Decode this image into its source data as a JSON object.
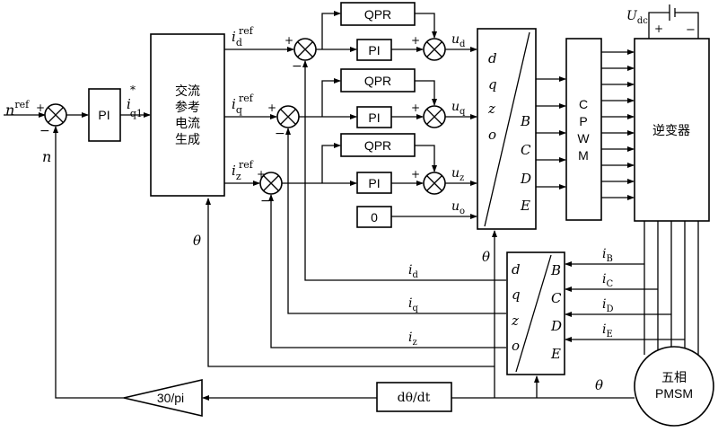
{
  "blocks": {
    "pi_speed": "PI",
    "ac_ref_gen": [
      "交流",
      "参考",
      "电流",
      "生成"
    ],
    "qpr": "QPR",
    "pi": "PI",
    "zero": "0",
    "cpwm": [
      "C",
      "P",
      "W",
      "M"
    ],
    "inverter": "逆变器",
    "gain": "30/pi",
    "deriv": "dθ/dt",
    "motor": [
      "五相",
      "PMSM"
    ],
    "xform_top_left": [
      "d",
      "q",
      "z",
      "o"
    ],
    "xform_top_right": [
      "B",
      "C",
      "D",
      "E"
    ],
    "xform_bot_left": [
      "d",
      "q",
      "z",
      "o"
    ],
    "xform_bot_right": [
      "B",
      "C",
      "D",
      "E"
    ]
  },
  "signals": {
    "n_ref": {
      "base": "n",
      "sup": "ref"
    },
    "n": "n",
    "iq1": {
      "base": "i",
      "sup": "*",
      "sub": "q1"
    },
    "id_ref": {
      "base": "i",
      "sup": "ref",
      "sub": "d"
    },
    "iq_ref": {
      "base": "i",
      "sup": "ref",
      "sub": "q"
    },
    "iz_ref": {
      "base": "i",
      "sup": "ref",
      "sub": "z"
    },
    "ud": {
      "base": "u",
      "sub": "d"
    },
    "uq": {
      "base": "u",
      "sub": "q"
    },
    "uz": {
      "base": "u",
      "sub": "z"
    },
    "uo": {
      "base": "u",
      "sub": "o"
    },
    "udc": {
      "base": "U",
      "sub": "dc"
    },
    "dc_plus": "+",
    "dc_minus": "−",
    "id": {
      "base": "i",
      "sub": "d"
    },
    "iq": {
      "base": "i",
      "sub": "q"
    },
    "iz": {
      "base": "i",
      "sub": "z"
    },
    "iB": {
      "base": "i",
      "sub": "B"
    },
    "iC": {
      "base": "i",
      "sub": "C"
    },
    "iD": {
      "base": "i",
      "sub": "D"
    },
    "iE": {
      "base": "i",
      "sub": "E"
    },
    "theta": "θ"
  },
  "signs": {
    "plus": "+",
    "minus": "−"
  }
}
